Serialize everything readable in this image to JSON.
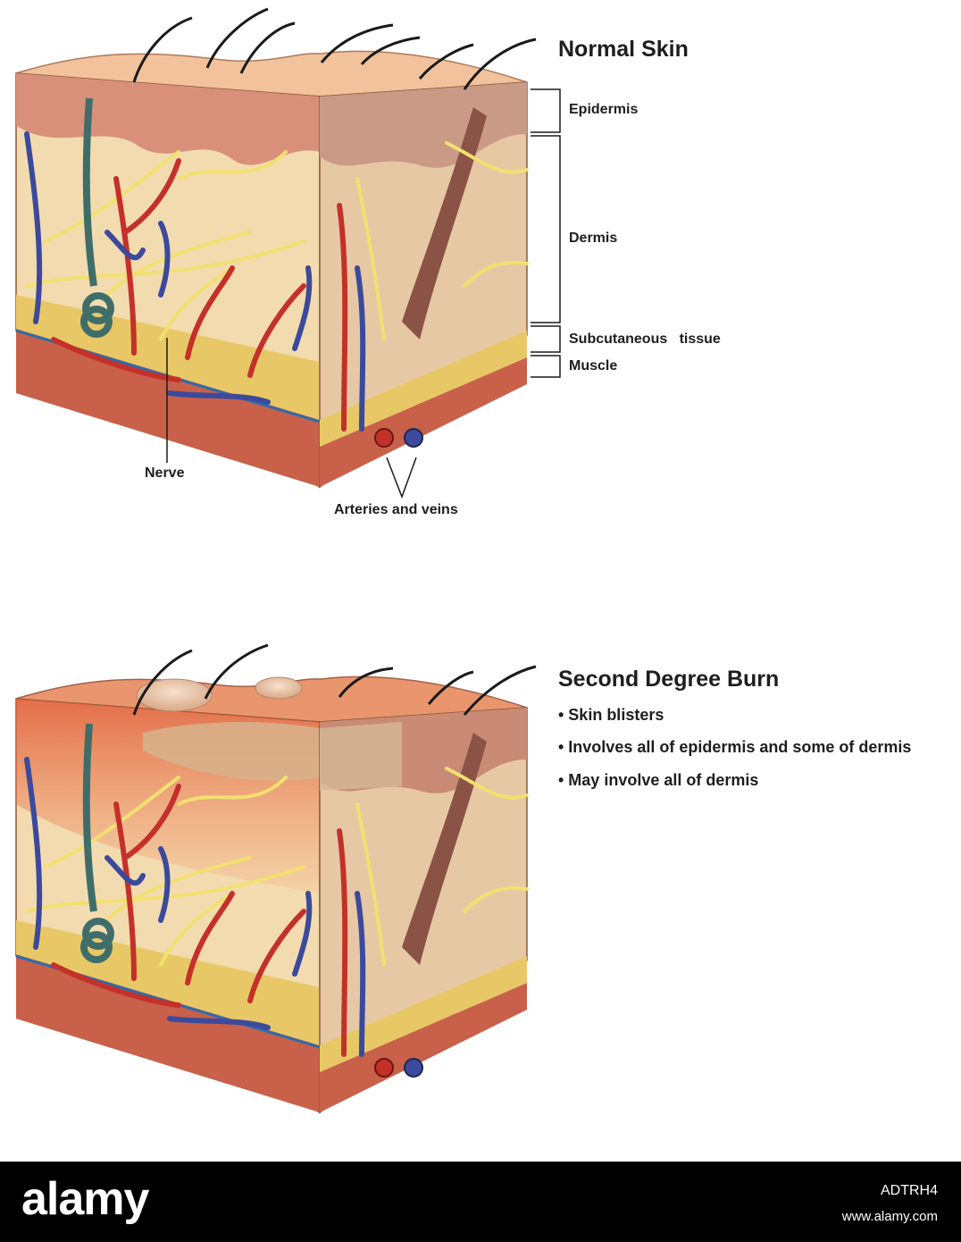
{
  "normal_skin": {
    "title": "Normal Skin",
    "layers": {
      "epidermis": "Epidermis",
      "dermis": "Dermis",
      "subcutaneous": "Subcutaneous   tissue",
      "muscle": "Muscle"
    },
    "nerve_label": "Nerve",
    "vessels_label": "Arteries and veins"
  },
  "second_degree_burn": {
    "title": "Second Degree Burn",
    "points": [
      "• Skin blisters",
      "• Involves all of epidermis and some of dermis",
      "• May involve all of dermis"
    ]
  },
  "watermark": {
    "brand": "alamy",
    "image_id": "ADTRH4",
    "url": "www.alamy.com"
  },
  "colors": {
    "skin_surface": "#f1c29c",
    "epidermis": "#d9907a",
    "dermis": "#f3dbb0",
    "fat": "#e8c866",
    "muscle": "#c8604a",
    "artery": "#c4302a",
    "vein": "#3b4a9c",
    "nerve": "#f2e070",
    "burn": "#e0603c",
    "footer": "#000000"
  }
}
